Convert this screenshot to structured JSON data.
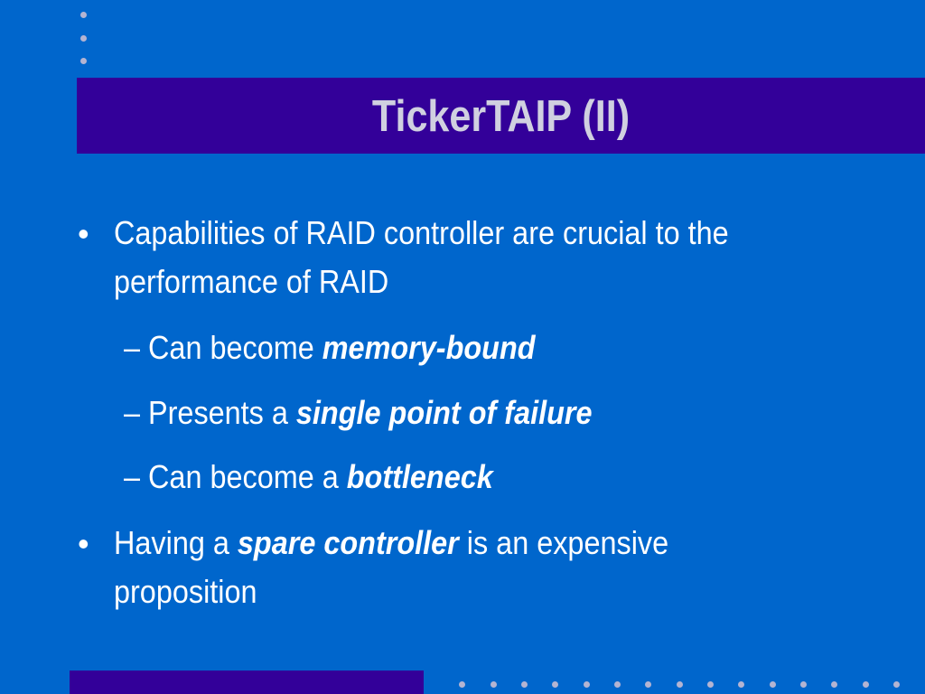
{
  "slide": {
    "title": "TickerTAIP (II)",
    "bullet_symbol": "•",
    "b1": {
      "line1": "Capabilities of RAID controller are crucial to the",
      "line2": "performance of RAID"
    },
    "subs": [
      {
        "prefix": "– Can become ",
        "emph": "memory-bound",
        "suffix": ""
      },
      {
        "prefix": "– Presents a ",
        "emph": "single point of failure",
        "suffix": ""
      },
      {
        "prefix": "– Can become a ",
        "emph": "bottleneck",
        "suffix": ""
      }
    ],
    "b2": {
      "prefix": "Having a ",
      "emph": "spare controller",
      "suffix": " is an expensive",
      "line2": "proposition"
    }
  },
  "colors": {
    "background": "#0066CC",
    "title_bar": "#330099",
    "title_text": "#D0D0E0",
    "body_text": "#FFFFFF",
    "dots": "#B4B4D2"
  }
}
